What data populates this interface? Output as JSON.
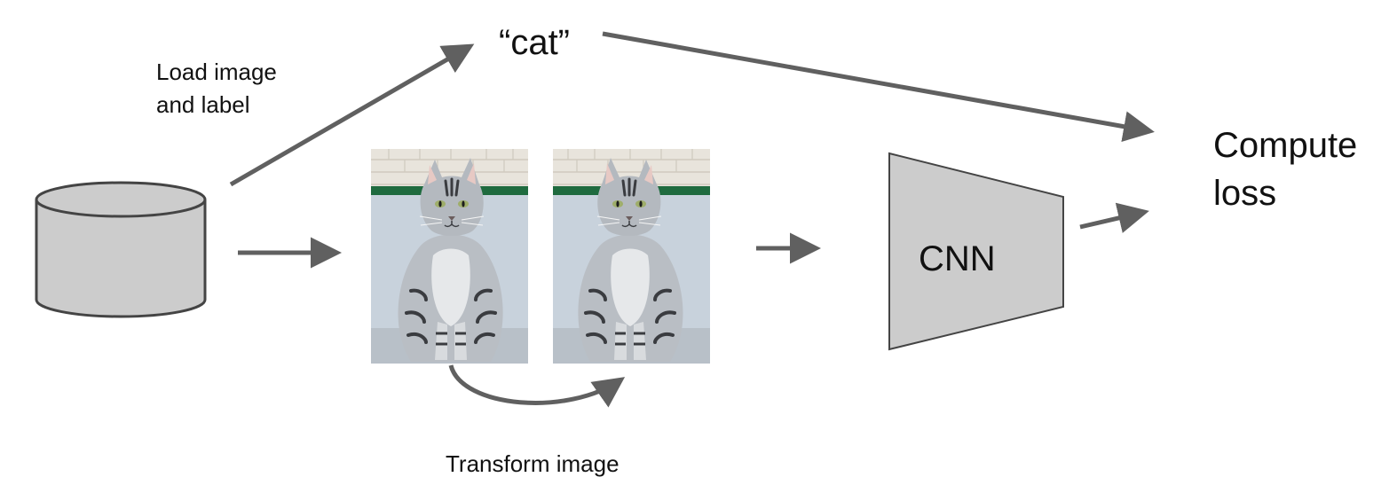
{
  "labels": {
    "load_line1": "Load image",
    "load_line2": "and label",
    "cat": "“cat”",
    "compute_line1": "Compute",
    "compute_line2": "loss",
    "cnn": "CNN",
    "transform": "Transform image"
  },
  "colors": {
    "arrow": "#606060",
    "shape_fill": "#cccccc",
    "shape_stroke": "#444444",
    "text": "#111111",
    "cat_fur": "#b9bec4",
    "cat_stripes": "#3a3c40",
    "photo_wall": "#d8dde3",
    "photo_brick": "#e9e6df",
    "photo_green_rail": "#1f6b3f",
    "photo_floor": "#cfd5dc"
  },
  "icons": {
    "database": "database-cylinder-icon",
    "cnn": "cnn-trapezoid-icon",
    "photo_original": "cat-photo-original",
    "photo_flipped": "cat-photo-flipped"
  }
}
